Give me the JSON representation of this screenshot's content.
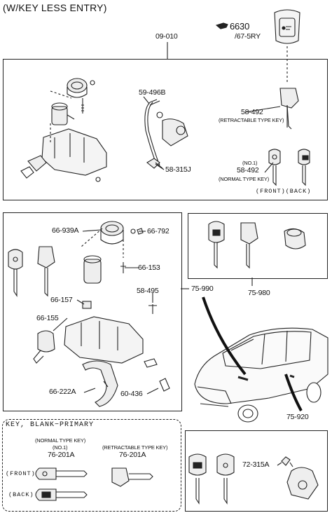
{
  "title": "(W/KEY LESS ENTRY)",
  "top_ref": {
    "arrow_code": "6630",
    "sub_code": "/67-5RY"
  },
  "callouts": {
    "group_main": "09-010",
    "c59_496b": "59-496B",
    "c58_315j": "58-315J",
    "c58_492_retract": "58-492",
    "retract_type": "(RETRACTABLE TYPE KEY)",
    "no1": "(NO.1)",
    "c58_492_normal": "58-492",
    "normal_type": "(NORMAL TYPE KEY)",
    "front_back": "(FRONT)(BACK)",
    "c66_939a": "66-939A",
    "c66_792": "66-792",
    "c66_153": "66-153",
    "c66_157": "66-157",
    "c58_495": "58-495",
    "c66_155": "66-155",
    "c66_222a": "66-222A",
    "c60_436": "60-436",
    "c75_990": "75-990",
    "c75_980": "75-980",
    "c75_920": "75-920",
    "c72_315a": "72-315A"
  },
  "key_blank": {
    "title": "KEY, BLANK−PRIMARY",
    "normal_type": "(NORMAL TYPE KEY)",
    "no1": "(NO.1)",
    "normal_code": "76-201A",
    "retract_type": "(RETRACTABLE TYPE KEY)",
    "retract_code": "76-201A",
    "front": "(FRONT)",
    "back": "(BACK)"
  }
}
